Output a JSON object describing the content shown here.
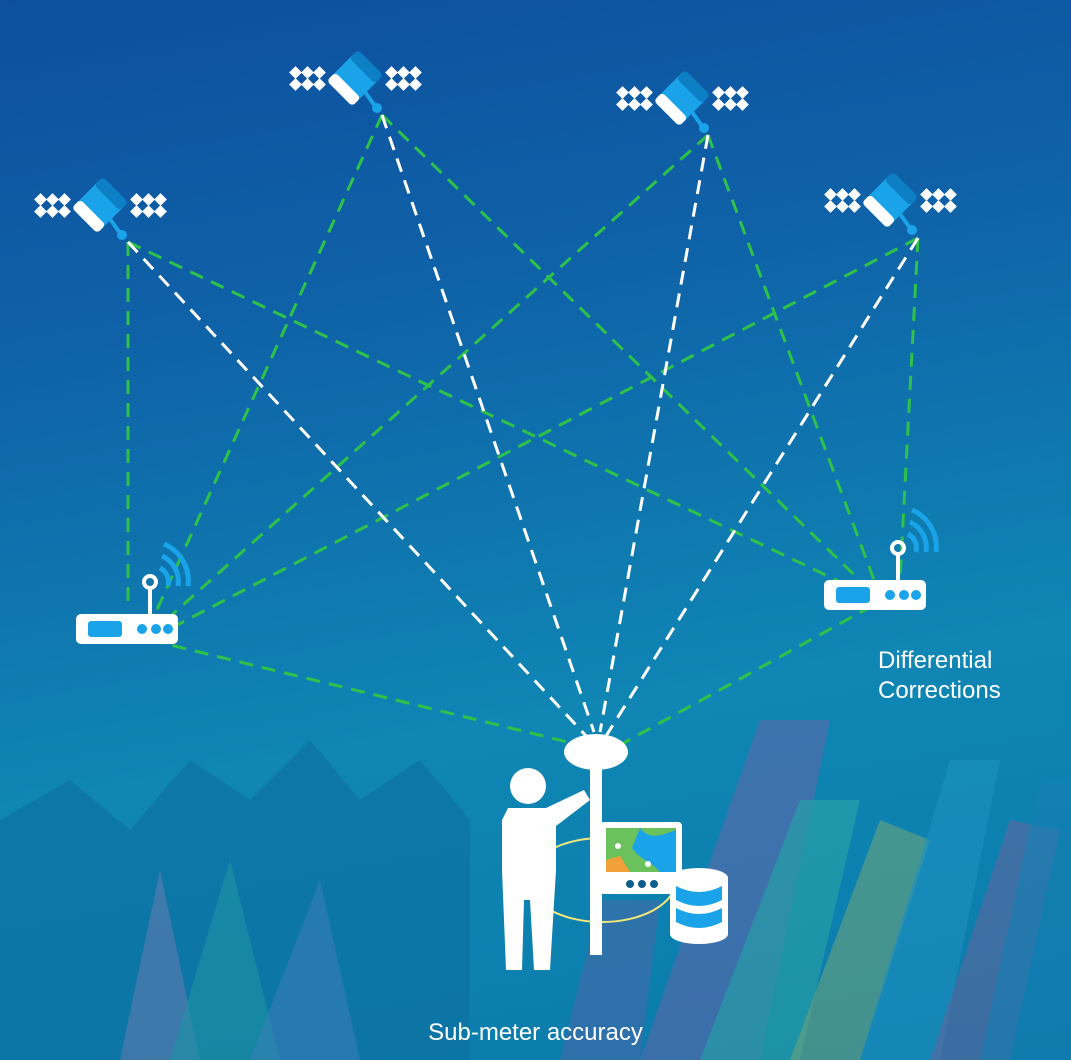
{
  "labels": {
    "differential_line1": "Differential",
    "differential_line2": "Corrections",
    "accuracy": "Sub-meter accuracy"
  },
  "colors": {
    "background_top": "#0d4f9e",
    "background_bottom": "#0f86b4",
    "accent_blue": "#1aa3e8",
    "green_link": "#2ec24a",
    "white_link": "#ffffff",
    "accuracy_ring": "#f2e87a"
  },
  "icons": {
    "satellites": [
      "satellite-icon",
      "satellite-icon",
      "satellite-icon",
      "satellite-icon"
    ],
    "base_stations": [
      "base-station-icon",
      "base-station-icon"
    ],
    "rover": "gps-rover-icon",
    "surveyor": "person-icon",
    "data_collector": "handheld-map-icon",
    "database": "database-icon"
  }
}
